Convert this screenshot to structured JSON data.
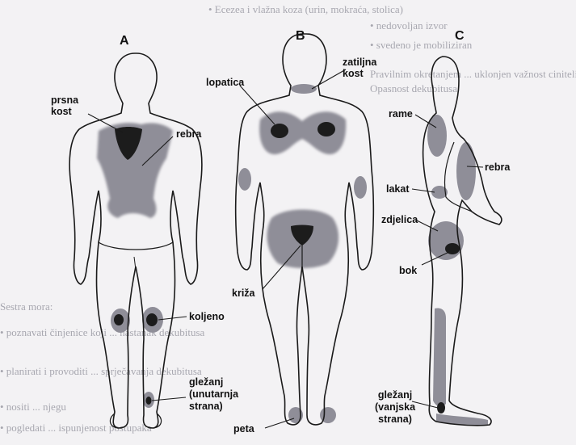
{
  "background_text": {
    "line1": "• Ecezea i vlažna koza (urin, mokraća, stolica)",
    "line2": "• nedovoljan izvor",
    "line3": "• svedeno je mobiliziran",
    "line4": "Pravilnim okretanjem ... uklonjen važnost ciniteli",
    "line5": "Opasnost dekubitusa",
    "line6": "Sestra mora:",
    "line7": "• poznavati činjenice koji ... nastanak dekubitusa",
    "line8": "• planirati i provoditi ... sprječavanja dekubitusa",
    "line9": "• nositi ... njegu",
    "line10": "• pogledati ... ispunjenost postupaka"
  },
  "figures": {
    "a": "A",
    "b": "B",
    "c": "C"
  },
  "labels": {
    "prsna_kost": "prsna\nkost",
    "rebra_a": "rebra",
    "koljeno": "koljeno",
    "gleznja_unutarnja": "gležanj\n(unutarnja\nstrana)",
    "zatiljna_kost": "zatiljna\nkost",
    "lopatica": "lopatica",
    "kriza": "križa",
    "peta": "peta",
    "rame": "rame",
    "rebra_c": "rebra",
    "lakat": "lakat",
    "zdjelica": "zdjelica",
    "bok": "bok",
    "gleznja_vanjska": "gležanj\n(vanjska\nstrana)"
  },
  "colors": {
    "outline": "#1a1a1a",
    "shade": "#8f8e98",
    "dark_spot": "#1c1c1c"
  }
}
